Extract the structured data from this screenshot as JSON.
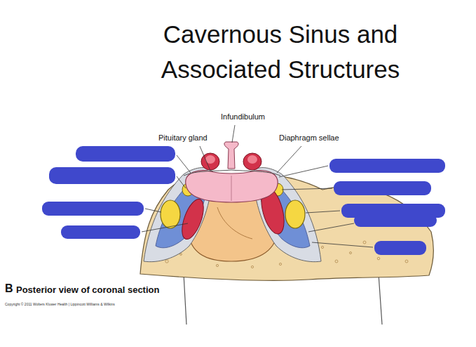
{
  "diagram": {
    "title": "Cavernous Sinus and Associated Structures",
    "caption": "Posterior view of coronal section",
    "labels": [
      "Infundibulum",
      "Pituitary gland",
      "Diaphragm sellae",
      "B",
      "Copyright © 2011 Wolters Kluwer Health | Lippincott Williams & Wilkins"
    ]
  }
}
